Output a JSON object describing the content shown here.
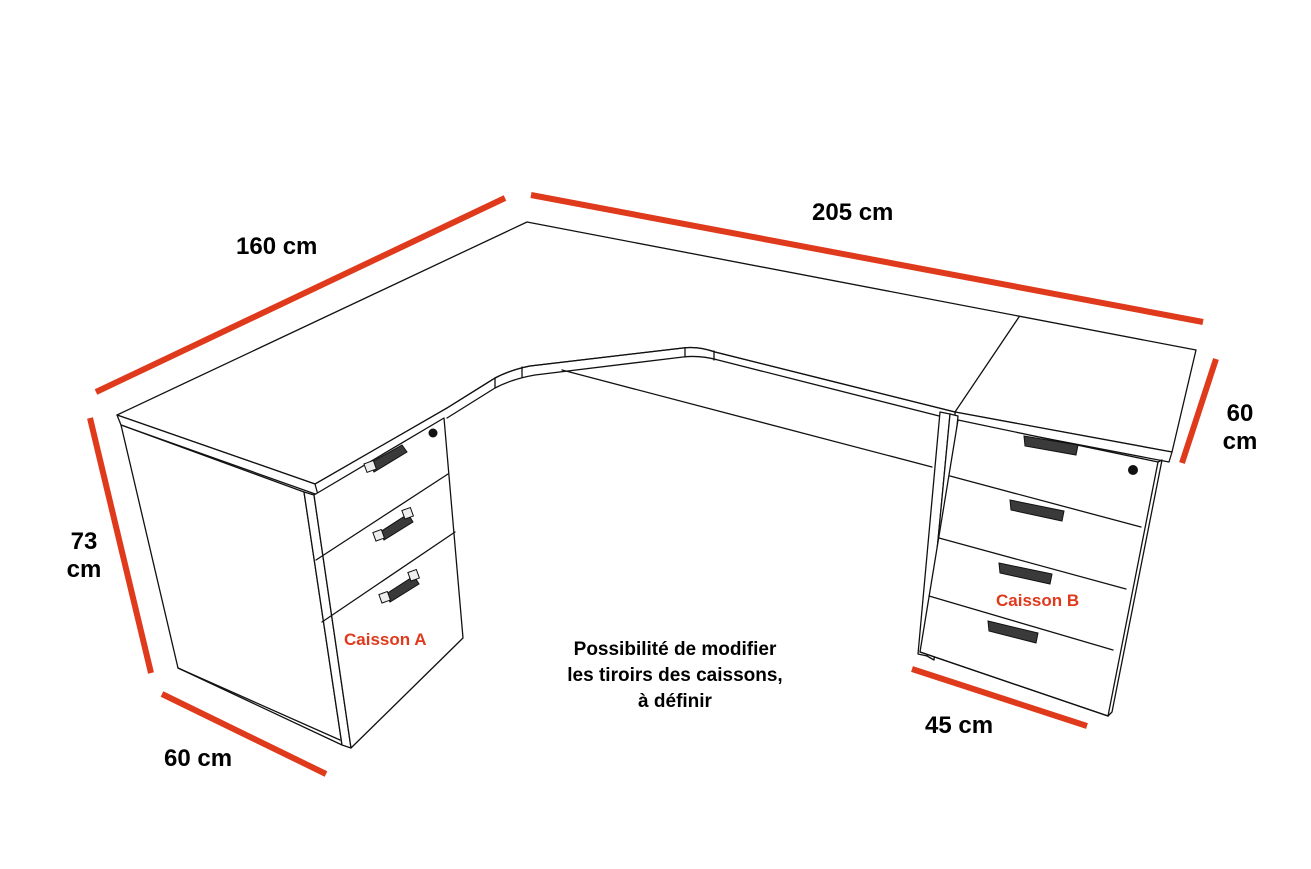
{
  "diagram": {
    "subject": "L-shaped desk with two drawer pedestals",
    "accent_color": "#e03a1c",
    "line_color": "#111111",
    "dimensions": {
      "left_wing_length": "160 cm",
      "right_wing_length": "205 cm",
      "height_value": "73",
      "height_unit": "cm",
      "left_depth": "60 cm",
      "right_depth_value": "60",
      "right_depth_unit": "cm",
      "pedestal_b_width": "45 cm"
    },
    "pedestals": [
      {
        "label": "Caisson A",
        "drawers": 3
      },
      {
        "label": "Caisson B",
        "drawers": 4
      }
    ],
    "note": {
      "line1": "Possibilité de modifier",
      "line2": "les tiroirs des caissons,",
      "line3": "à définir"
    }
  }
}
